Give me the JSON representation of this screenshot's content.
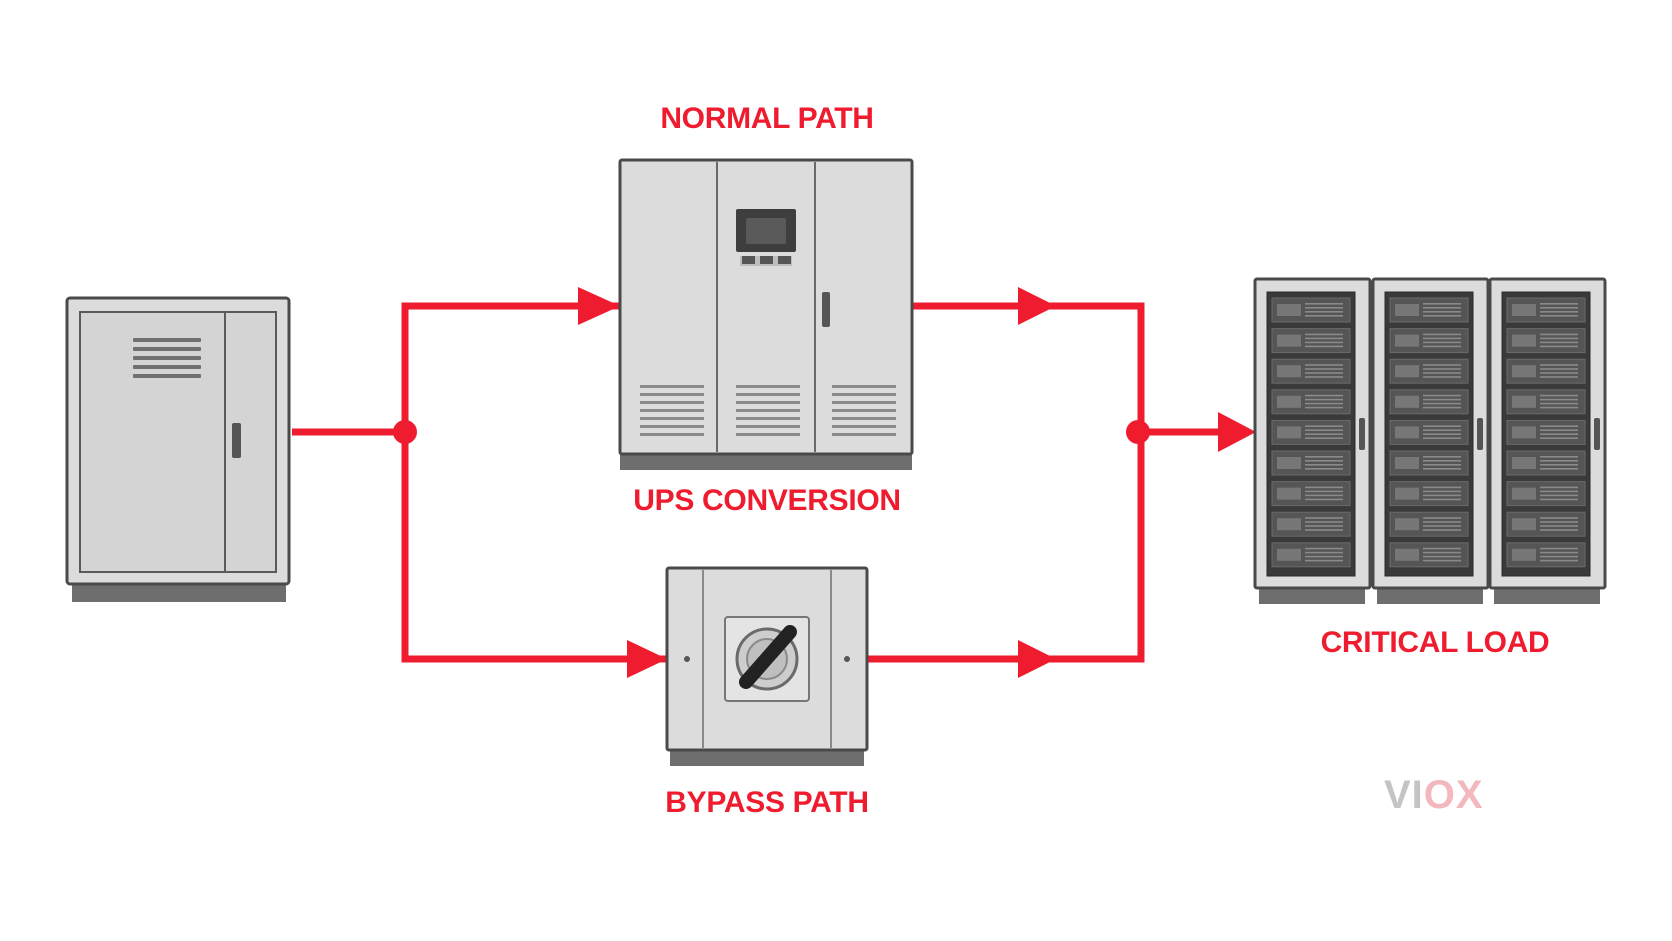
{
  "labels": {
    "normal_path": "NORMAL PATH",
    "ups_conversion": "UPS CONVERSION",
    "bypass_path": "BYPASS PATH",
    "critical_load": "CRITICAL LOAD"
  },
  "logo": {
    "text": "VIOX",
    "color_gray": "#c4c4c4",
    "color_red": "#f3b8bd"
  },
  "colors": {
    "flow_line": "#ee1c2e",
    "label": "#ee1c2e",
    "cabinet_fill": "#dcdcdc",
    "cabinet_outline": "#4a4a4a",
    "cabinet_base": "#6e6e6e",
    "server_bay": "#3e3e3e"
  }
}
